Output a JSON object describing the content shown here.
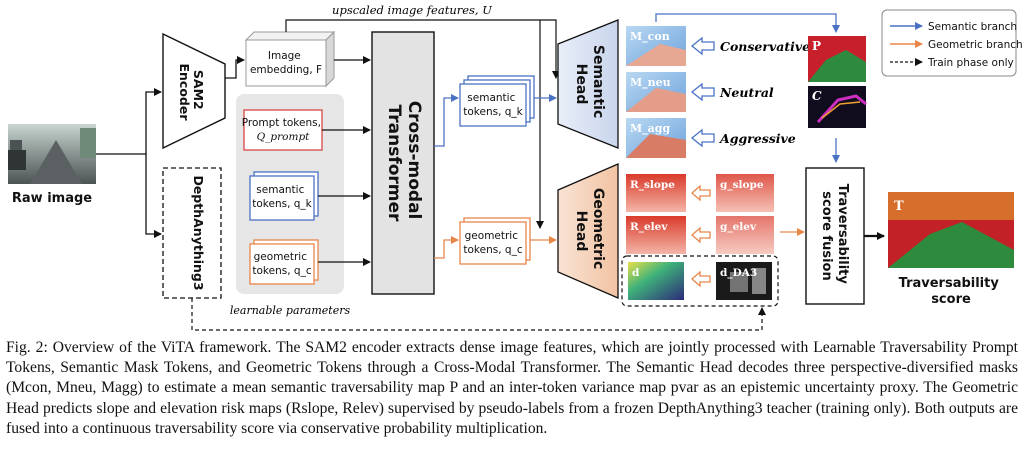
{
  "diagram": {
    "upscaled_label": "upscaled image features, U",
    "raw_image_label": "Raw image",
    "sam2_encoder_label": [
      "SAM2",
      "Encoder"
    ],
    "depthanything_label": "DepthAnything3",
    "image_embedding_label": [
      "Image",
      "embedding, F"
    ],
    "prompt_tokens_label": [
      "Prompt tokens,",
      "Q_prompt"
    ],
    "semantic_tokens_label": [
      "semantic",
      "tokens, q_k"
    ],
    "geometric_tokens_label": [
      "geometric",
      "tokens, q_c"
    ],
    "learnable_parameters_label": "learnable parameters",
    "transformer_label": [
      "Cross-modal",
      "Transformer"
    ],
    "semantic_head_label": [
      "Semantic",
      "Head"
    ],
    "geometric_head_label": [
      "Geometric",
      "Head"
    ],
    "mask_labels": [
      "M_con",
      "M_neu",
      "M_agg"
    ],
    "risk_labels": [
      "R_slope",
      "R_elev"
    ],
    "pseudo_labels": [
      "g_slope",
      "g_elev"
    ],
    "depth_labels": [
      "d",
      "d_DA3"
    ],
    "strategy_labels": [
      "Conservative",
      "Neutral",
      "Aggressive"
    ],
    "p_label": "P",
    "c_label": "C",
    "t_label": "T",
    "fusion_label": [
      "Traversability",
      "score fusion"
    ],
    "score_label": [
      "Traversability",
      "score"
    ],
    "legend": [
      {
        "label": "Semantic branch",
        "color": "#4a72c4"
      },
      {
        "label": "Geometric branch",
        "color": "#e8864a"
      },
      {
        "label": "Train phase only",
        "color": "#111111"
      }
    ]
  },
  "caption": {
    "text": "Fig. 2: Overview of the ViTA framework. The SAM2 encoder extracts dense image features, which are jointly processed with Learnable Traversability Prompt Tokens, Semantic Mask Tokens, and Geometric Tokens through a Cross-Modal Transformer. The Semantic Head decodes three perspective-diversified masks (Mcon, Mneu, Magg) to estimate a mean semantic traversability map P and an inter-token variance map pvar as an epistemic uncertainty proxy. The Geometric Head predicts slope and elevation risk maps (Rslope, Relev) supervised by pseudo-labels from a frozen DepthAnything3 teacher (training only). Both outputs are fused into a continuous traversability score via conservative probability multiplication."
  }
}
